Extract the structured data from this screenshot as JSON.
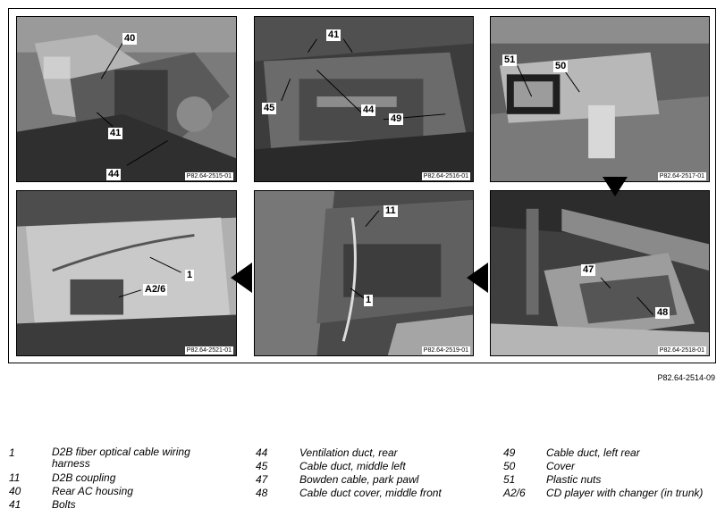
{
  "figure_code": "P82.64-2514-09",
  "panels": [
    {
      "code": "P82.64-2515-01",
      "callouts": [
        "40",
        "41",
        "44"
      ]
    },
    {
      "code": "P82.64-2516-01",
      "callouts": [
        "41",
        "45",
        "44",
        "49"
      ]
    },
    {
      "code": "P82.64-2517-01",
      "callouts": [
        "51",
        "50"
      ]
    },
    {
      "code": "P82.64-2521-01",
      "callouts": [
        "1",
        "A2/6"
      ]
    },
    {
      "code": "P82.64-2519-01",
      "callouts": [
        "11",
        "1"
      ]
    },
    {
      "code": "P82.64-2518-01",
      "callouts": [
        "47",
        "48"
      ]
    }
  ],
  "legend": [
    [
      {
        "num": "1",
        "text": "D2B fiber optical cable wiring harness"
      },
      {
        "num": "11",
        "text": "D2B coupling"
      },
      {
        "num": "40",
        "text": "Rear AC housing"
      },
      {
        "num": "41",
        "text": "Bolts"
      }
    ],
    [
      {
        "num": "44",
        "text": "Ventilation duct, rear"
      },
      {
        "num": "45",
        "text": "Cable duct, middle left"
      },
      {
        "num": "47",
        "text": "Bowden cable, park pawl"
      },
      {
        "num": "48",
        "text": "Cable duct cover, middle front"
      }
    ],
    [
      {
        "num": "49",
        "text": "Cable duct, left rear"
      },
      {
        "num": "50",
        "text": "Cover"
      },
      {
        "num": "51",
        "text": "Plastic nuts"
      },
      {
        "num": "A2/6",
        "text": "CD player with changer (in trunk)"
      }
    ]
  ]
}
